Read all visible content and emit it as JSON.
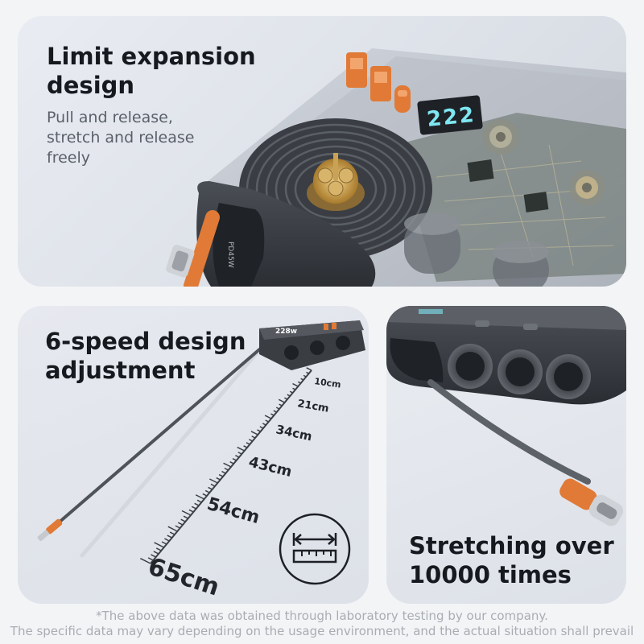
{
  "top": {
    "title_line1": "Limit expansion",
    "title_line2": "design",
    "sub_line1": "Pull and release,",
    "sub_line2": "stretch and release",
    "sub_line3": "freely",
    "port_label": "PD45W"
  },
  "left": {
    "title_line1": "6-speed design",
    "title_line2": "adjustment",
    "device_label": "228w",
    "ruler_marks": [
      "10cm",
      "21cm",
      "34cm",
      "43cm",
      "54cm",
      "65cm"
    ]
  },
  "right": {
    "title_line1": "Stretching over",
    "title_line2": "10000 times"
  },
  "footnote": {
    "line1": "*The above data was obtained through laboratory testing by our company.",
    "line2": "The specific data may vary depending on the usage environment, and the actual situation shall prevail"
  },
  "colors": {
    "accent_orange": "#e07a36",
    "device_dark": "#3a3d42",
    "display_cyan": "#7fe6f2"
  }
}
